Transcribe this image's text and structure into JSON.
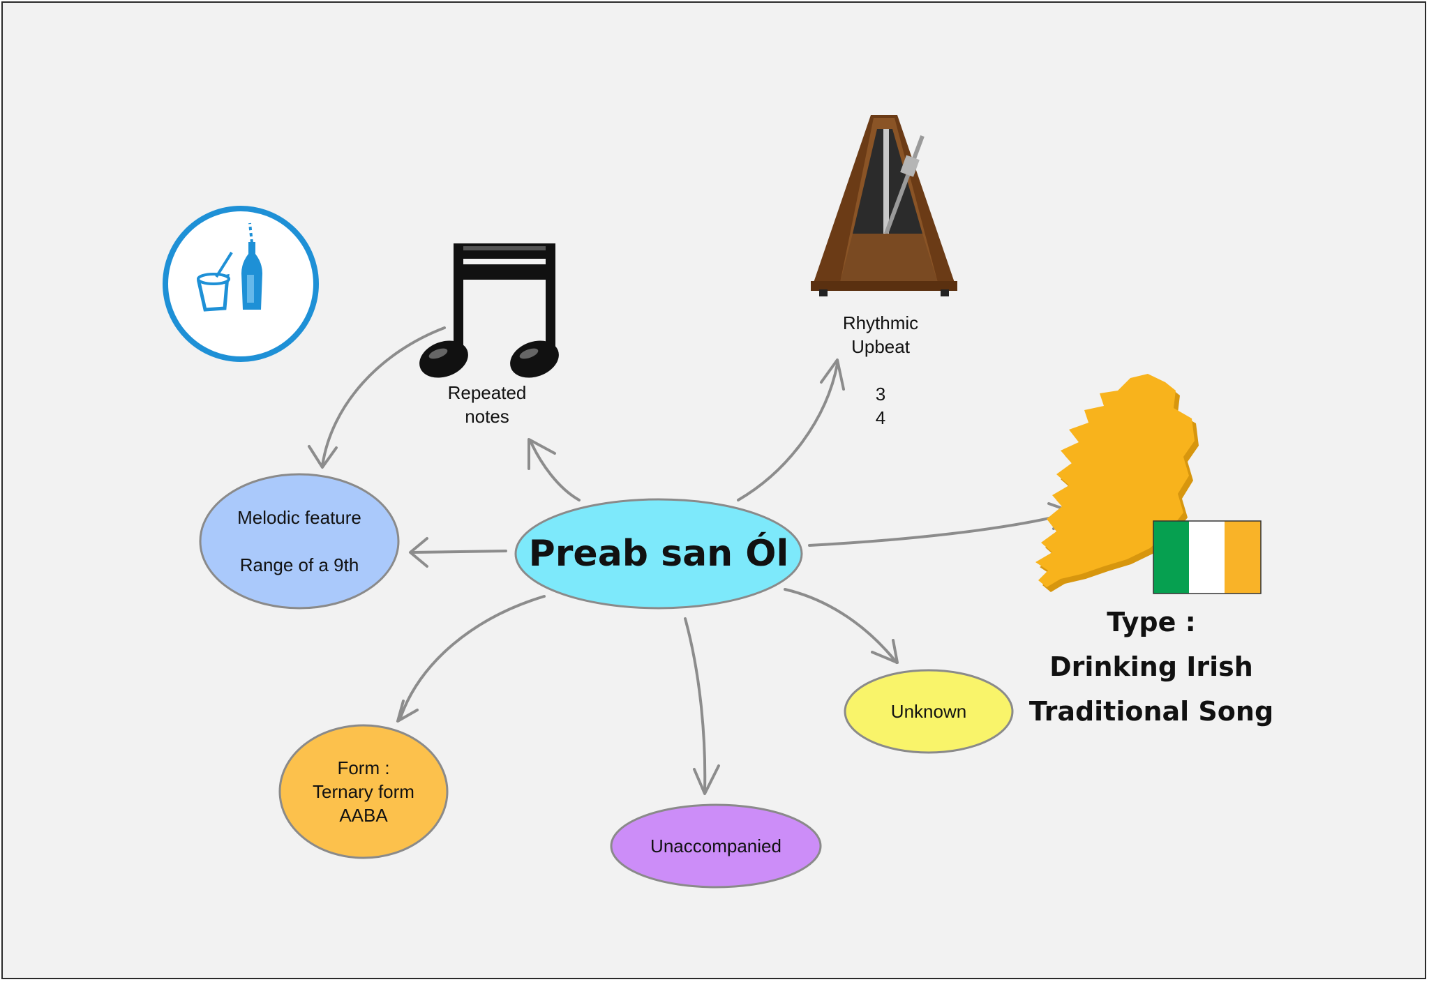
{
  "central": {
    "title": "Preab san Ól"
  },
  "nodes": {
    "melodic": {
      "line1": "Melodic feature",
      "line2": "Range of a 9th"
    },
    "form": {
      "line1": "Form :",
      "line2": "Ternary form",
      "line3": "AABA"
    },
    "unaccompanied": {
      "label": "Unaccompanied"
    },
    "unknown": {
      "label": "Unknown"
    }
  },
  "repeated_notes": {
    "line1": "Repeated",
    "line2": "notes"
  },
  "rhythm": {
    "line1": "Rhythmic",
    "line2": "Upbeat",
    "time_sig_top": "3",
    "time_sig_bottom": "4"
  },
  "type": {
    "line1": "Type :",
    "line2": "Drinking Irish",
    "line3": "Traditional Song"
  },
  "icons": [
    "drinks-icon",
    "beamed-notes-icon",
    "metronome-icon",
    "ireland-map-icon",
    "irish-flag-icon"
  ],
  "colors": {
    "central": "#7de9fb",
    "melodic": "#aac9fb",
    "form": "#fcc14c",
    "unaccompanied": "#cc8df8",
    "unknown": "#f9f46a",
    "ireland": "#f8b31c",
    "flag_green": "#06a050",
    "flag_white": "#ffffff",
    "flag_orange": "#f9b328",
    "drinks_blue": "#1e90d6"
  }
}
